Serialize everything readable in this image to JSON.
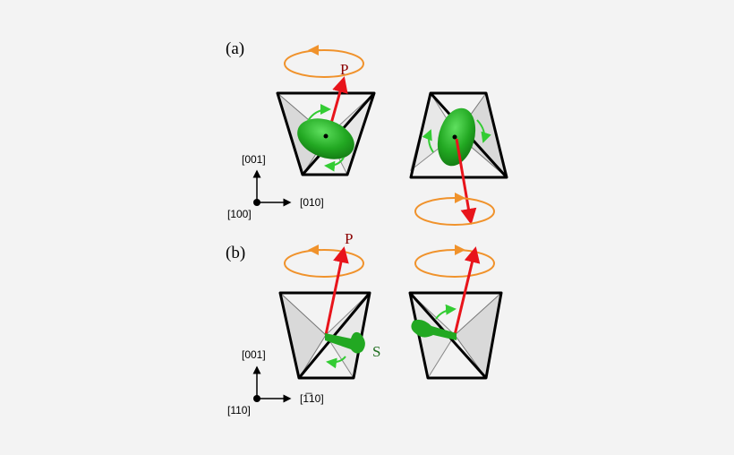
{
  "panel_a": {
    "label": "(a)",
    "polarization_label": "P",
    "axis_vertical": "[001]",
    "axis_horizontal": "[010]",
    "axis_out": "[100]"
  },
  "panel_b": {
    "label": "(b)",
    "polarization_label": "P",
    "spin_label": "S",
    "axis_vertical": "[001]",
    "axis_horizontal": "[1̅10]",
    "axis_out": "[110]"
  },
  "colors": {
    "background": "#f3f3f3",
    "edge": "#000000",
    "face_shade": "#d9d9d9",
    "polarization": "#e8141b",
    "polarization_label": "#8b0000",
    "orbital": "#22a822",
    "orbital_arrow": "#33cc33",
    "spin_label": "#1f6e1f",
    "rotation_ring": "#f0922b"
  },
  "icons": [
    "rotation-ring-icon",
    "polarization-arrow-icon",
    "ellipsoid-icon",
    "spin-arrow-icon",
    "axis-dot-icon"
  ]
}
